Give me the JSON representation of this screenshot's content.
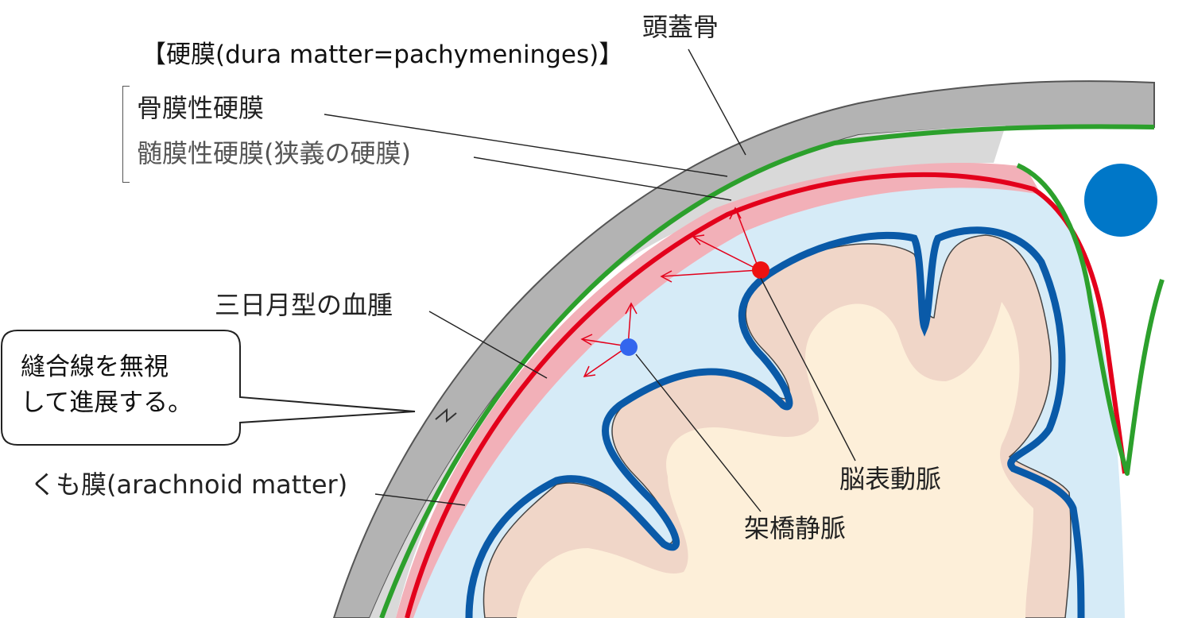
{
  "labels": {
    "title": "【硬膜(dura matter=pachymeninges)】",
    "skull": "頭蓋骨",
    "periosteal_dura": "骨膜性硬膜",
    "meningeal_dura": "髄膜性硬膜(狭義の硬膜)",
    "hematoma": "三日月型の血腫",
    "arachnoid": "くも膜(arachnoid matter)",
    "cortical_artery": "脳表動脈",
    "bridging_vein": "架橋静脈"
  },
  "callout": {
    "line1": "縫合線を無視",
    "line2": "して進展する。"
  },
  "colors": {
    "skull": "#b3b3b3",
    "periosteal_dura": "#d9d9d9",
    "hematoma": "#f2b0b8",
    "csf": "#d6ebf7",
    "dura_line": "#2ca02c",
    "arachnoid_line": "#e3001b",
    "pia_line": "#0a5aa8",
    "gray_matter": "#f0d6c8",
    "white_matter": "#fdefd9",
    "artery_dot": "#ee1111",
    "vein_dot": "#3366ee",
    "sinus": "#0077c8"
  }
}
